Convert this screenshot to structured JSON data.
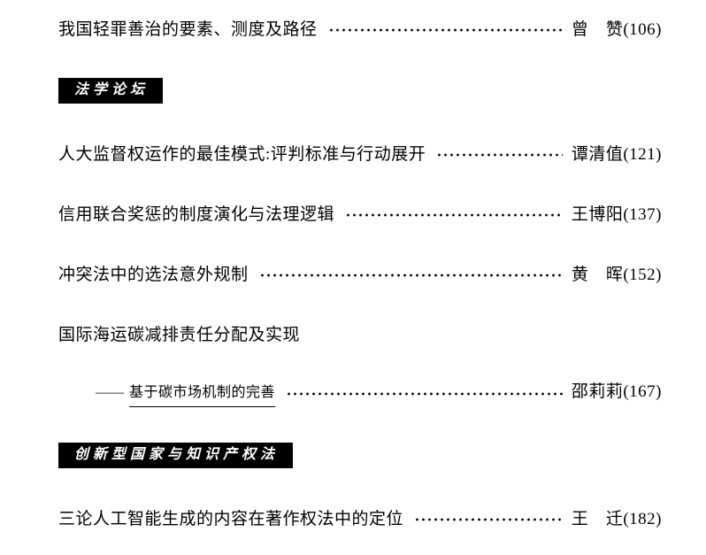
{
  "page": {
    "background": "#ffffff",
    "text_color": "#000000",
    "section_bg": "#000000",
    "section_fg": "#ffffff"
  },
  "toc": {
    "items": [
      {
        "type": "entry",
        "title": "我国轻罪善治的要素、测度及路径",
        "author": "曾　赞",
        "page": "(106)"
      },
      {
        "type": "section",
        "label": "法学论坛"
      },
      {
        "type": "entry",
        "title": "人大监督权运作的最佳模式:评判标准与行动展开",
        "author": "谭清值",
        "page": "(121)"
      },
      {
        "type": "entry",
        "title": "信用联合奖惩的制度演化与法理逻辑",
        "author": "王博阳",
        "page": "(137)"
      },
      {
        "type": "entry",
        "title": "冲突法中的选法意外规制",
        "author": "黄　晖",
        "page": "(152)"
      },
      {
        "type": "entry-plain",
        "title": "国际海运碳减排责任分配及实现"
      },
      {
        "type": "subtitle",
        "dash": "——",
        "title": "基于碳市场机制的完善",
        "author": "邵莉莉",
        "page": "(167)"
      },
      {
        "type": "section",
        "label": "创新型国家与知识产权法"
      },
      {
        "type": "entry",
        "title": "三论人工智能生成的内容在著作权法中的定位",
        "author": "王　迁",
        "page": "(182)"
      }
    ]
  }
}
